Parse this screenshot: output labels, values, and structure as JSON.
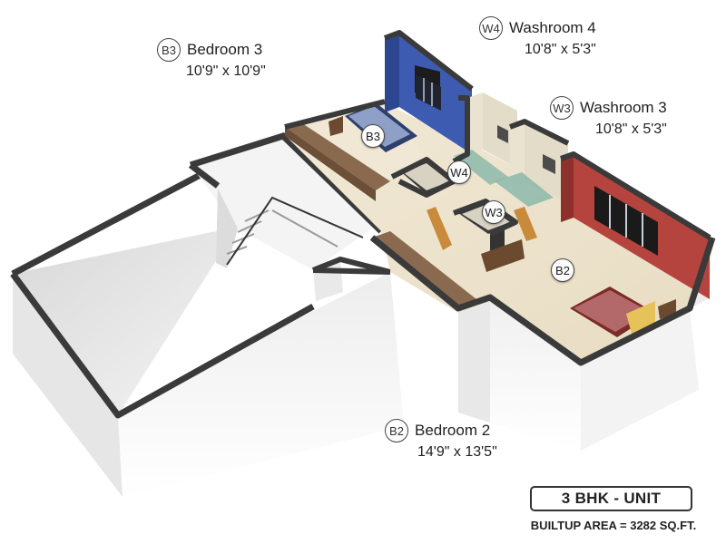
{
  "rooms": {
    "bedroom3": {
      "badge": "B3",
      "name": "Bedroom 3",
      "dims": "10'9\" x 10'9\""
    },
    "washroom4": {
      "badge": "W4",
      "name": "Washroom 4",
      "dims": "10'8\" x 5'3\""
    },
    "washroom3": {
      "badge": "W3",
      "name": "Washroom 3",
      "dims": "10'8\" x 5'3\""
    },
    "bedroom2": {
      "badge": "B2",
      "name": "Bedroom 2",
      "dims": "14'9\" x 13'5\""
    }
  },
  "unit": {
    "type": "3 BHK - UNIT",
    "builtup": "BUILTUP AREA = 3282 SQ.FT."
  },
  "colors": {
    "wall_dark": "#3a3a3a",
    "wall_light": "#f2f2f2",
    "wall_shade": "#e4e4e4",
    "floor": "#efe6d2",
    "blue_accent": "#3d5bb0",
    "red_accent": "#b4443d",
    "tile": "#e2dcc8",
    "wood_strip": "#8a6a4f",
    "door_wood": "#c98a3c",
    "glass": "#7fb3a6"
  }
}
